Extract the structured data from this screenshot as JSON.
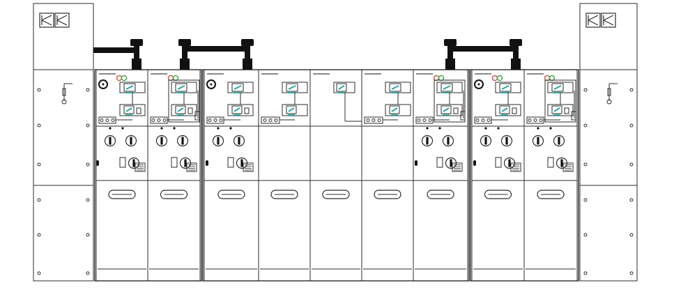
{
  "diagram": {
    "type": "switchgear-front-elevation",
    "colors": {
      "line": "#2b2b2b",
      "cable": "#111111",
      "teal": "#2aa6a6",
      "lamp_red": "#d9534f",
      "lamp_green": "#3fae49",
      "background": "#ffffff"
    },
    "logo_lettering": "KK",
    "icons": [
      "logo-mark",
      "pressure-gauge-icon",
      "fuse-icon",
      "operating-shaft-socket",
      "indicator-lamp",
      "door-handle",
      "nameplate",
      "power-cable"
    ]
  }
}
